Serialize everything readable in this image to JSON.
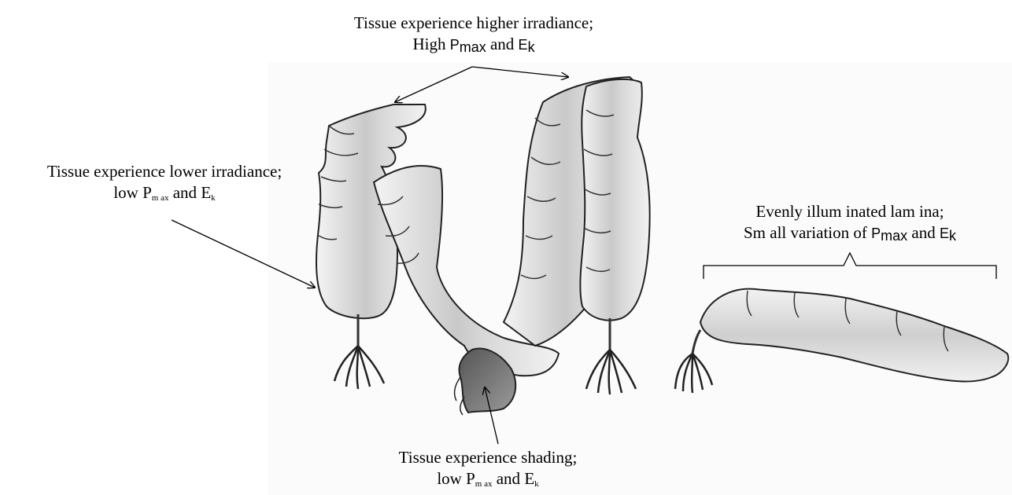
{
  "labels": {
    "higher": {
      "line1": "Tissue experience higher irradiance;",
      "line2_prefix": "High",
      "P": "P",
      "P_sub": "max",
      "and": "and",
      "E": "E",
      "E_sub": "k"
    },
    "lower": {
      "line1": "Tissue experience lower irradiance;",
      "line2_prefix": "low",
      "P": "P",
      "P_sub": "m ax",
      "and": "and",
      "E": "E",
      "E_sub": "k"
    },
    "even": {
      "line1": "Evenly illum inated lam ina;",
      "line2_prefix": "Sm all variation of",
      "P": "P",
      "P_sub": "max",
      "and": "and",
      "E": "E",
      "E_sub": "k"
    },
    "shading": {
      "line1": "Tissue experience shading;",
      "line2_prefix": "low",
      "P": "P",
      "P_sub": "m ax",
      "and": "and",
      "E": "E",
      "E_sub": "k"
    }
  }
}
